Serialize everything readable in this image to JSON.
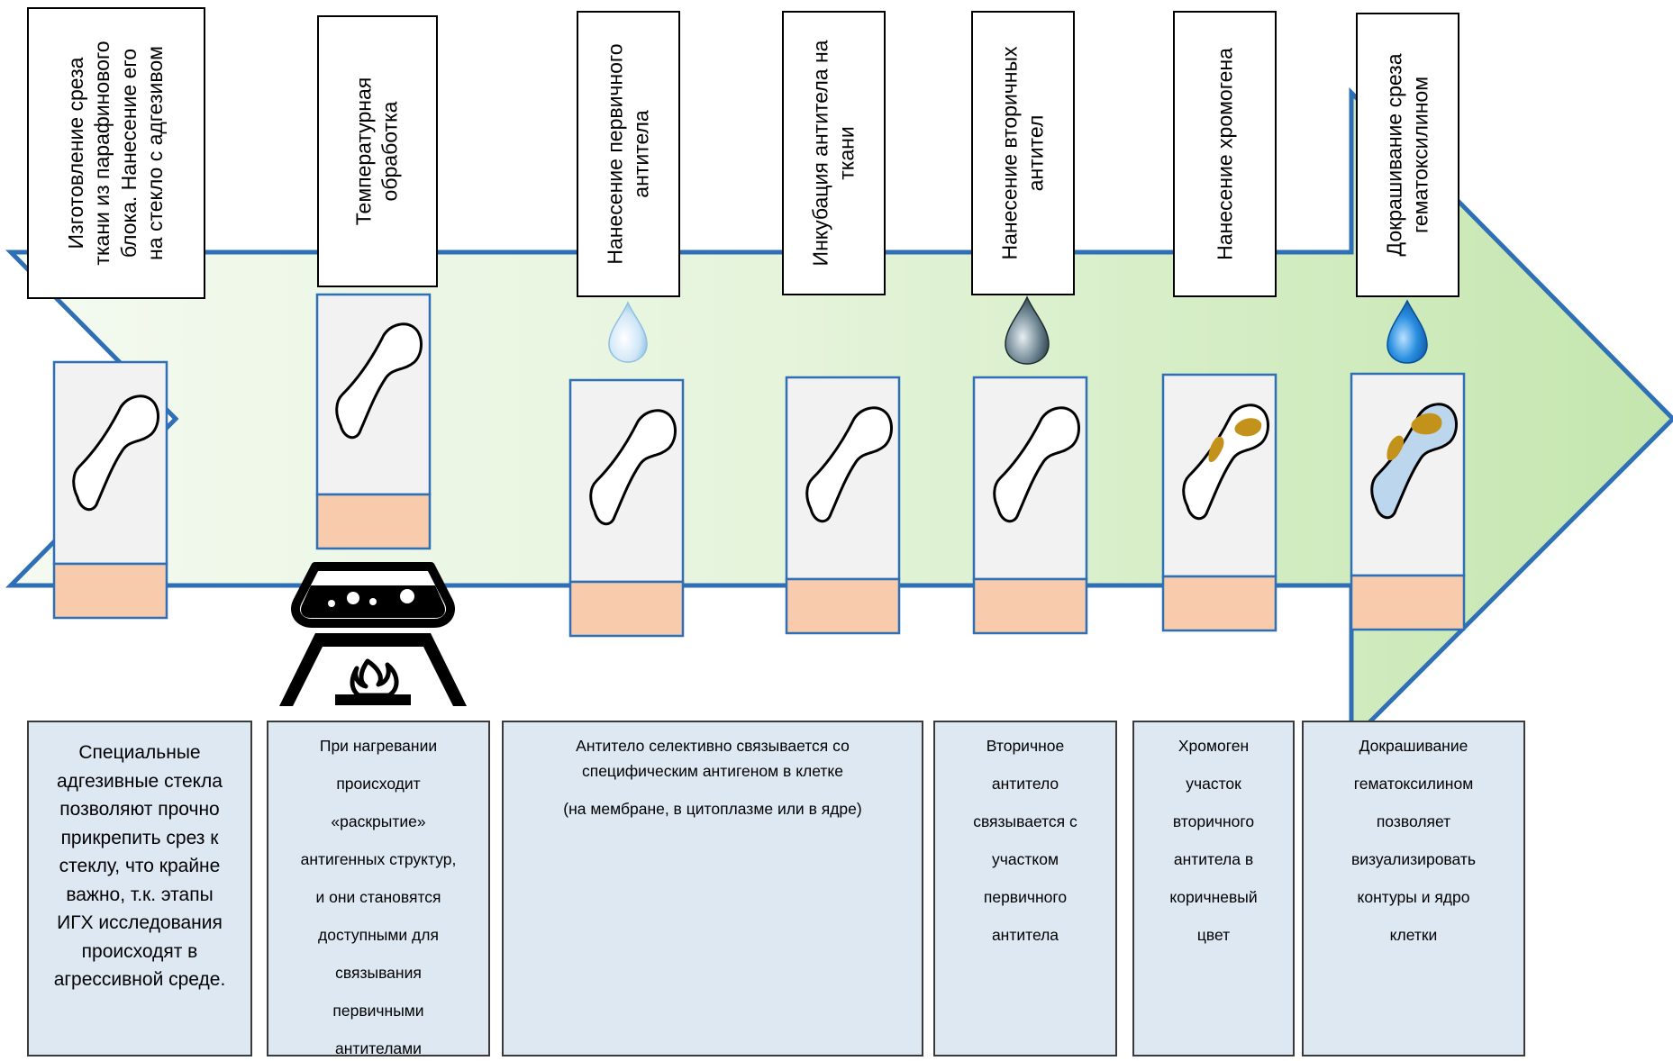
{
  "colors": {
    "arrow_fill_light": "#f2f9ee",
    "arrow_fill_dark": "#c6e7b2",
    "arrow_border": "#2e6fb5",
    "slide_body": "#f2f2f2",
    "slide_border": "#2e6fb5",
    "slide_label": "#f7cbac",
    "description_bg": "#dde8f3",
    "stain_brown": "#c3921a",
    "stain_blue": "#bcd6ee"
  },
  "steps": [
    {
      "id": "s1",
      "title": "Изготовление среза ткани из парафинового блока. Нанесение его на стекло с адгезивом",
      "title_lines": [
        "Изготовление среза",
        "ткани из парафинового",
        "блока. Нанесение его",
        "на стекло с адгезивом"
      ],
      "icon": "none",
      "tissue": "unstained"
    },
    {
      "id": "s2",
      "title": "Температурная обработка",
      "title_lines": [
        "Температурная",
        "обработка"
      ],
      "icon": "heated-bath-icon",
      "tissue": "unstained"
    },
    {
      "id": "s3",
      "title": "Нанесение первичного антитела",
      "title_lines": [
        "Нанесение первичного",
        "антитела"
      ],
      "icon": "light-drop-icon",
      "tissue": "unstained"
    },
    {
      "id": "s4",
      "title": "Инкубация антитела на ткани",
      "title_lines": [
        "Инкубация антитела на",
        "ткани"
      ],
      "icon": "none",
      "tissue": "unstained"
    },
    {
      "id": "s5",
      "title": "Нанесение вторичных антител",
      "title_lines": [
        "Нанесение вторичных",
        "антител"
      ],
      "icon": "dark-drop-icon",
      "tissue": "unstained"
    },
    {
      "id": "s6",
      "title": "Нанесение хромогена",
      "title_lines": [
        "Нанесение хромогена"
      ],
      "icon": "none",
      "tissue": "brown-stained"
    },
    {
      "id": "s7",
      "title": "Докрашивание среза гематоксилином",
      "title_lines": [
        "Докрашивание среза",
        "гематоксилином"
      ],
      "icon": "blue-drop-icon",
      "tissue": "brown-and-blue-stained"
    }
  ],
  "descriptions": [
    {
      "id": "d1",
      "lines": [
        "Специальные",
        "адгезивные стекла",
        "позволяют прочно",
        "прикрепить срез к",
        "стеклу, что крайне",
        "важно, т.к. этапы",
        "ИГХ исследования",
        "происходят в",
        "агрессивной среде."
      ]
    },
    {
      "id": "d2",
      "lines": [
        "При нагревании",
        "происходит",
        "«раскрытие»",
        "антигенных структур,",
        "и они становятся",
        "доступными для",
        "связывания",
        "первичными",
        "антителами"
      ]
    },
    {
      "id": "d3",
      "paragraphs": [
        "Антитело селективно связывается со специфическим антигеном в клетке",
        "(на мембране, в цитоплазме или в ядре)"
      ]
    },
    {
      "id": "d4",
      "lines": [
        "Вторичное",
        "антитело",
        "связывается с",
        "участком",
        "первичного",
        "антитела"
      ]
    },
    {
      "id": "d5",
      "lines": [
        "Хромоген",
        "участок",
        "вторичного",
        "антитела в",
        "коричневый",
        "цвет"
      ]
    },
    {
      "id": "d6",
      "lines": [
        "Докрашивание",
        "гематоксилином",
        "позволяет",
        "визуализировать",
        "контуры и ядро",
        "клетки"
      ]
    }
  ]
}
